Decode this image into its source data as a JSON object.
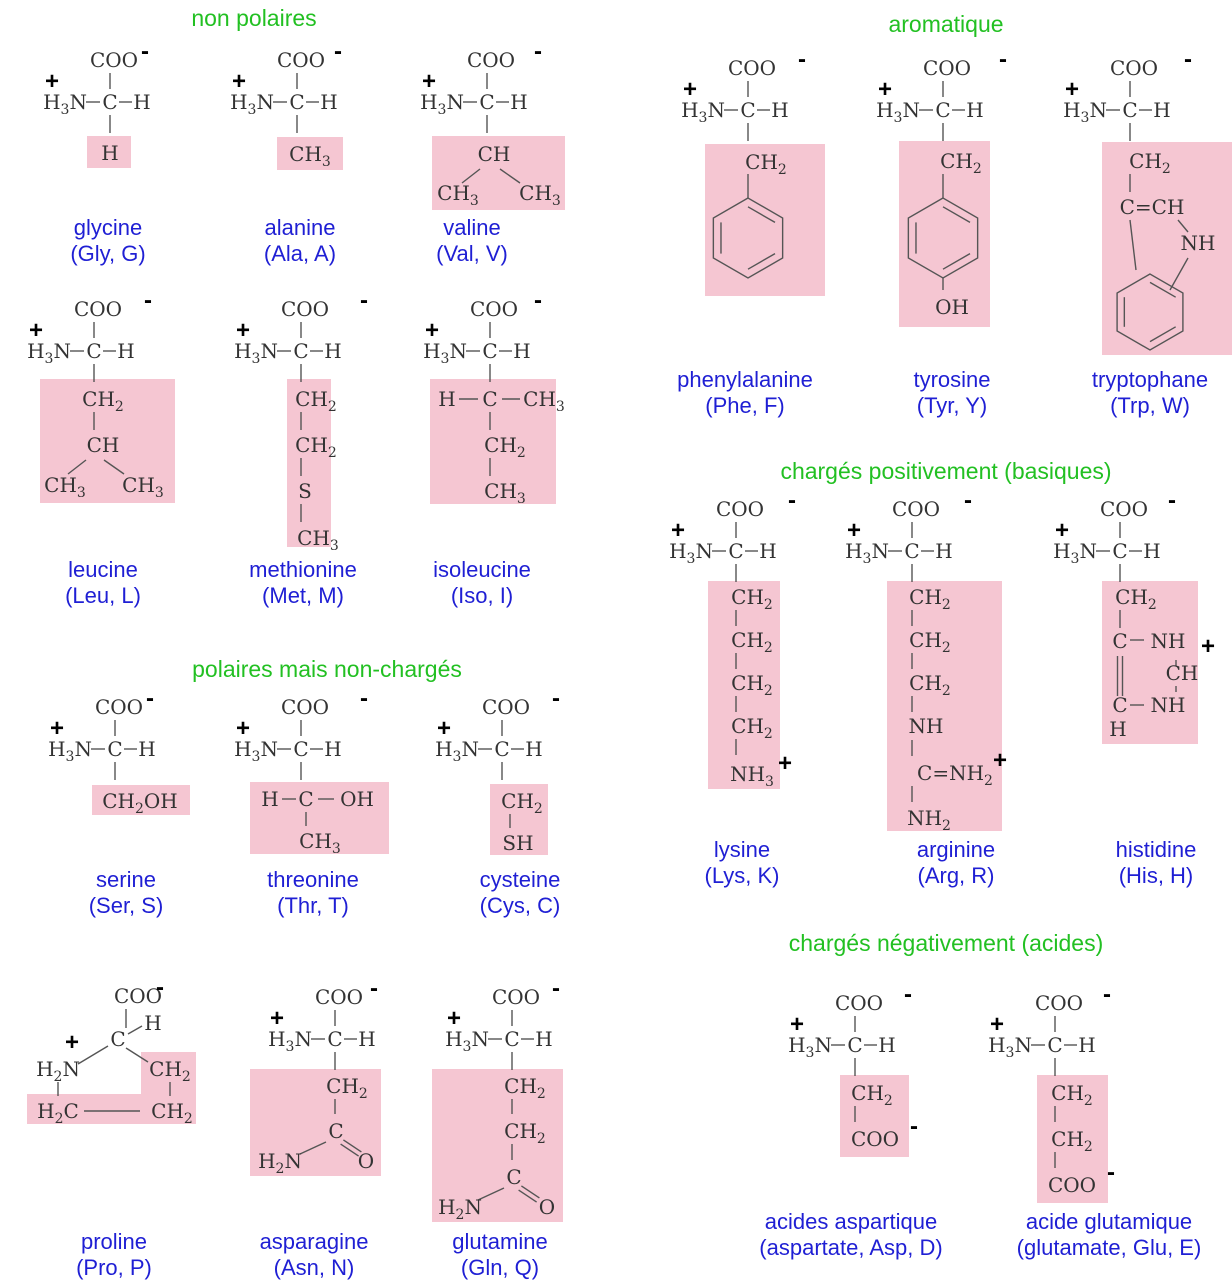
{
  "sections": [
    {
      "id": "nonpolar",
      "title": "non polaires"
    },
    {
      "id": "aromatic",
      "title": "aromatique"
    },
    {
      "id": "polar",
      "title": "polaires mais non-chargés"
    },
    {
      "id": "positive",
      "title": "chargés positivement (basiques)"
    },
    {
      "id": "negative",
      "title": "chargés négativement (acides)"
    }
  ],
  "amino_acids": [
    {
      "id": "gly",
      "name": "glycine",
      "abbr": "(Gly, G)",
      "sidechain": [
        "H"
      ]
    },
    {
      "id": "ala",
      "name": "alanine",
      "abbr": "(Ala, A)",
      "sidechain": [
        "CH3"
      ]
    },
    {
      "id": "val",
      "name": "valine",
      "abbr": "(Val, V)",
      "sidechain": [
        "CH",
        "CH3",
        "CH3"
      ]
    },
    {
      "id": "leu",
      "name": "leucine",
      "abbr": "(Leu, L)",
      "sidechain": [
        "CH2",
        "CH",
        "CH3",
        "CH3"
      ]
    },
    {
      "id": "met",
      "name": "methionine",
      "abbr": "(Met, M)",
      "sidechain": [
        "CH2",
        "CH2",
        "S",
        "CH3"
      ]
    },
    {
      "id": "ile",
      "name": "isoleucine",
      "abbr": "(Iso, I)",
      "sidechain": [
        "H",
        "C",
        "CH3",
        "CH2",
        "CH3"
      ]
    },
    {
      "id": "ser",
      "name": "serine",
      "abbr": "(Ser, S)",
      "sidechain": [
        "CH2OH"
      ]
    },
    {
      "id": "thr",
      "name": "threonine",
      "abbr": "(Thr, T)",
      "sidechain": [
        "H",
        "C",
        "OH",
        "CH3"
      ]
    },
    {
      "id": "cys",
      "name": "cysteine",
      "abbr": "(Cys, C)",
      "sidechain": [
        "CH2",
        "SH"
      ]
    },
    {
      "id": "pro",
      "name": "proline",
      "abbr": "(Pro, P)",
      "sidechain": [
        "CH2",
        "H2C",
        "CH2"
      ]
    },
    {
      "id": "asn",
      "name": "asparagine",
      "abbr": "(Asn, N)",
      "sidechain": [
        "CH2",
        "C",
        "H2N",
        "O"
      ]
    },
    {
      "id": "gln",
      "name": "glutamine",
      "abbr": "(Gln, Q)",
      "sidechain": [
        "CH2",
        "CH2",
        "C",
        "H2N",
        "O"
      ]
    },
    {
      "id": "phe",
      "name": "phenylalanine",
      "abbr": "(Phe, F)",
      "sidechain": [
        "CH2"
      ]
    },
    {
      "id": "tyr",
      "name": "tyrosine",
      "abbr": "(Tyr, Y)",
      "sidechain": [
        "CH2",
        "OH"
      ]
    },
    {
      "id": "trp",
      "name": "tryptophane",
      "abbr": "(Trp, W)",
      "sidechain": [
        "CH2",
        "C=CH",
        "NH"
      ]
    },
    {
      "id": "lys",
      "name": "lysine",
      "abbr": "(Lys, K)",
      "sidechain": [
        "CH2",
        "CH2",
        "CH2",
        "CH2",
        "NH3"
      ]
    },
    {
      "id": "arg",
      "name": "arginine",
      "abbr": "(Arg, R)",
      "sidechain": [
        "CH2",
        "CH2",
        "CH2",
        "NH",
        "C=NH2",
        "NH2"
      ]
    },
    {
      "id": "his",
      "name": "histidine",
      "abbr": "(His, H)",
      "sidechain": [
        "CH2",
        "C",
        "NH",
        "CH",
        "C",
        "NH",
        "H"
      ]
    },
    {
      "id": "asp",
      "name": "acides aspartique",
      "abbr": "(aspartate, Asp, D)",
      "sidechain": [
        "CH2",
        "COO"
      ]
    },
    {
      "id": "glu",
      "name": "acide glutamique",
      "abbr": "(glutamate, Glu, E)",
      "sidechain": [
        "CH2",
        "CH2",
        "COO"
      ]
    }
  ],
  "common": {
    "carboxyl": "COO",
    "minus": "-",
    "plus": "+",
    "amine": "H3N",
    "alpha": "C",
    "h": "H"
  },
  "colors": {
    "section": "#22c022",
    "name": "#1f1fd4",
    "highlight": "#f5c6d2"
  }
}
